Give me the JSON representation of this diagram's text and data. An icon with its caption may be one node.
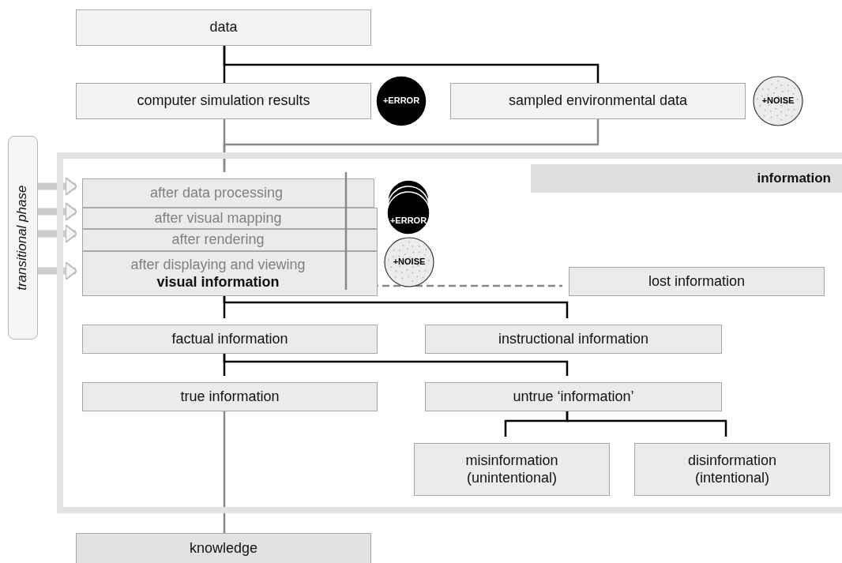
{
  "diagram": {
    "nodes": [
      {
        "text": [
          "data"
        ]
      },
      {
        "text": [
          "computer simulation results"
        ]
      },
      {
        "text": [
          "+ERROR"
        ]
      },
      {
        "text": [
          "sampled environmental data"
        ]
      },
      {
        "text": [
          "+NOISE"
        ]
      },
      {
        "text": [
          "transitional phase"
        ]
      },
      {
        "text": [
          "information"
        ]
      },
      {
        "text": [
          "after data processing"
        ],
        "in": 6
      },
      {
        "text": [
          "after visual mapping"
        ],
        "in": 6
      },
      {
        "text": [
          "after rendering"
        ],
        "in": 6
      },
      {
        "text": [
          "after displaying and viewing",
          "visual information"
        ],
        "in": 6
      },
      {
        "text": [
          "+ERROR"
        ],
        "in": 6
      },
      {
        "text": [
          "+NOISE"
        ],
        "in": 6
      },
      {
        "text": [
          "lost information"
        ],
        "in": 6
      },
      {
        "text": [
          "factual information"
        ],
        "in": 6
      },
      {
        "text": [
          "instructional information"
        ],
        "in": 6
      },
      {
        "text": [
          "true information"
        ],
        "in": 6
      },
      {
        "text": [
          "untrue ‘information’"
        ],
        "in": 6
      },
      {
        "text": [
          "misinformation (unintentional)"
        ],
        "in": 6
      },
      {
        "text": [
          "disinformation (intentional)"
        ],
        "in": 6
      },
      {
        "text": [
          "knowledge"
        ]
      }
    ],
    "edges": [
      {
        "from": 0,
        "to": 1,
        "arrow": "none"
      },
      {
        "from": 0,
        "to": 3,
        "arrow": "none"
      },
      {
        "from": 1,
        "to": 7,
        "arrow": "none",
        "color": "#888888"
      },
      {
        "from": 3,
        "to": 7,
        "arrow": "none",
        "color": "#888888"
      },
      {
        "from": 5,
        "to": 7,
        "arrow": "to",
        "style": "thick",
        "color": "#cccccc"
      },
      {
        "from": 5,
        "to": 8,
        "arrow": "to",
        "style": "thick",
        "color": "#cccccc"
      },
      {
        "from": 5,
        "to": 9,
        "arrow": "to",
        "style": "thick",
        "color": "#cccccc"
      },
      {
        "from": 5,
        "to": 10,
        "arrow": "to",
        "style": "thick",
        "color": "#cccccc"
      },
      {
        "from": 10,
        "to": 13,
        "arrow": "none",
        "style": "dashed",
        "color": "#888888"
      },
      {
        "from": 10,
        "to": 14,
        "arrow": "none"
      },
      {
        "from": 10,
        "to": 15,
        "arrow": "none"
      },
      {
        "from": 14,
        "to": 16,
        "arrow": "none"
      },
      {
        "from": 14,
        "to": 17,
        "arrow": "none"
      },
      {
        "from": 17,
        "to": 18,
        "arrow": "none"
      },
      {
        "from": 17,
        "to": 19,
        "arrow": "none"
      },
      {
        "from": 16,
        "to": 20,
        "arrow": "none",
        "color": "#888888"
      }
    ]
  }
}
